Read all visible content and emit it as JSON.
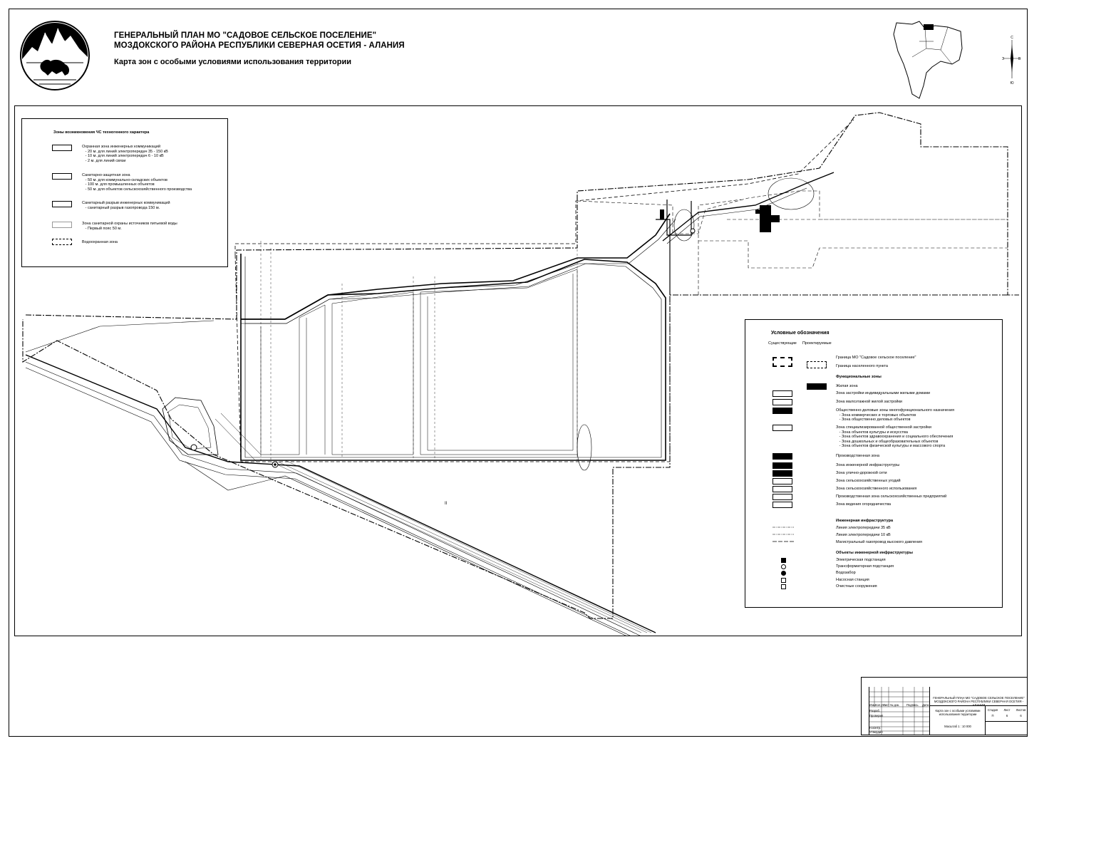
{
  "header": {
    "title_line1": "ГЕНЕРАЛЬНЫЙ ПЛАН МО \"САДОВОЕ СЕЛЬСКОЕ ПОСЕЛЕНИЕ\"",
    "title_line2": "МОЗДОКСКОГО РАЙОНА РЕСПУБЛИКИ СЕВЕРНАЯ ОСЕТИЯ - АЛАНИЯ",
    "subtitle": "Карта зон с особыми условиями использования территории"
  },
  "compass": {
    "n": "С",
    "s": "Ю",
    "w": "З",
    "e": "В"
  },
  "legend_zones": {
    "title": "Зоны возникновения ЧС техногенного характера",
    "items": [
      {
        "text": "Охранная зона инженерных коммуникаций\n   - 20 м. для линий электропередач 35 - 150 кВ\n   - 10 м. для линий электропередач 6 - 10 кВ\n   - 2 м. для линий связи"
      },
      {
        "text": "Санитарно-защитная зона\n   - 50 м. для коммунально-складских объектов\n   - 100 м. для промышленных объектов\n   - 50 м. для объектов сельскохозяйственного производства"
      },
      {
        "text": "Санитарный разрыв инженерных коммуникаций\n   - санитарный разрыв газопровода 150 м."
      },
      {
        "text": "Зона санитарной охраны источников питьевой воды\n   - Первый пояс 50 м."
      },
      {
        "text": "Водоохранная зона"
      }
    ]
  },
  "legend_main": {
    "title": "Условные обозначения",
    "col_existing": "Существующие",
    "col_planned": "Проектируемые",
    "boundary_mo": "Граница МО \"Садовое сельское поселение\"",
    "boundary_settlement": "Граница населенного пункта",
    "functional_title": "Функциональные зоны",
    "functional": [
      "Жилая зона",
      "Зона застройки индивидуальными жилыми домами",
      "Зона малоэтажной жилой застройки",
      "Общественно-деловые зоны многофункционального назначения\n   - Зона коммерческих и торговых объектов\n   - Зона общественно деловых объектов",
      "Зона специализированной общественной застройки\n   - Зона объектов культуры и искусства\n   - Зона объектов здравоохранения и социального обеспечения\n   - Зона дошкольных и общеобразовательных объектов\n   - Зона объектов физической культуры и массового спорта",
      "Производственная зона",
      "Зона инженерной инфраструктуры",
      "Зона улично-дорожной сети",
      "Зона сельскохозяйственных угодий",
      "Зона сельскохозяйственного использования",
      "Производственная зона сельскохозяйственных предприятий",
      "Зона ведения огородничества"
    ],
    "infra_title": "Инженерная инфраструктура",
    "infra": [
      "Линия электропередачи 35 кВ",
      "Линия электропередачи 10 кВ",
      "Магистральный газопровод высокого давления"
    ],
    "objects_title": "Объекты инженерной инфраструктуры",
    "objects": [
      "Электрическая подстанция",
      "Трансформаторная подстанция",
      "Водозабор",
      "Насосная станция",
      "Очистные сооружения"
    ]
  },
  "stamp": {
    "title": "ГЕНЕРАЛЬНЫЙ ПЛАН МО \"САДОВОЕ СЕЛЬСКОЕ ПОСЕЛЕНИЕ\"\nМОЗДОКСКОГО РАЙОНА РЕСПУБЛИКИ СЕВЕРНАЯ ОСЕТИЯ - АЛАНИЯ",
    "sheet_name": "Карта зон с особыми условиями\nиспользования территории",
    "scale": "Масштаб 1 : 10 000",
    "col_stage": "Стадия",
    "col_sheet": "Лист",
    "col_sheets": "Листов",
    "stage": "П",
    "sheet": "6",
    "sheets": "6",
    "rows": [
      "Разраб.",
      "Проверил",
      "Н.контр.",
      "Утвердил"
    ],
    "header_cells": [
      "Изм.",
      "Кол.уч.",
      "Лист",
      "№ док.",
      "Подпись",
      "Дата"
    ]
  },
  "map": {
    "label_ii": "II"
  }
}
